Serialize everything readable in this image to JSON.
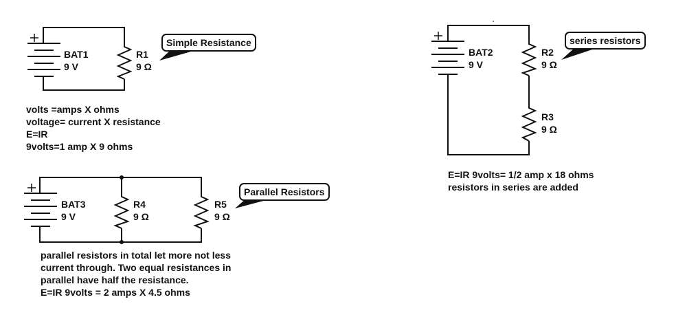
{
  "circuits": {
    "simple": {
      "battery": {
        "name": "BAT1",
        "value": "9 V",
        "plus": "+"
      },
      "resistors": [
        {
          "name": "R1",
          "value": "9 Ω"
        }
      ],
      "callout": "Simple Resistance",
      "notes": [
        "volts =amps X ohms",
        "voltage= current X resistance",
        "E=IR",
        "9volts=1 amp X 9 ohms"
      ]
    },
    "series": {
      "battery": {
        "name": "BAT2",
        "value": "9 V",
        "plus": "+"
      },
      "resistors": [
        {
          "name": "R2",
          "value": "9 Ω"
        },
        {
          "name": "R3",
          "value": "9 Ω"
        }
      ],
      "callout": "series resistors",
      "notes": [
        "E=IR 9volts= 1/2 amp x 18 ohms",
        "resistors in series are added"
      ]
    },
    "parallel": {
      "battery": {
        "name": "BAT3",
        "value": "9 V",
        "plus": "+"
      },
      "resistors": [
        {
          "name": "R4",
          "value": "9 Ω"
        },
        {
          "name": "R5",
          "value": "9 Ω"
        }
      ],
      "callout": "Parallel Resistors",
      "notes": [
        "parallel resistors in total let more not less",
        "current through. Two equal resistances in",
        "parallel have half the resistance.",
        "E=IR 9volts = 2 amps X 4.5 ohms"
      ]
    }
  }
}
